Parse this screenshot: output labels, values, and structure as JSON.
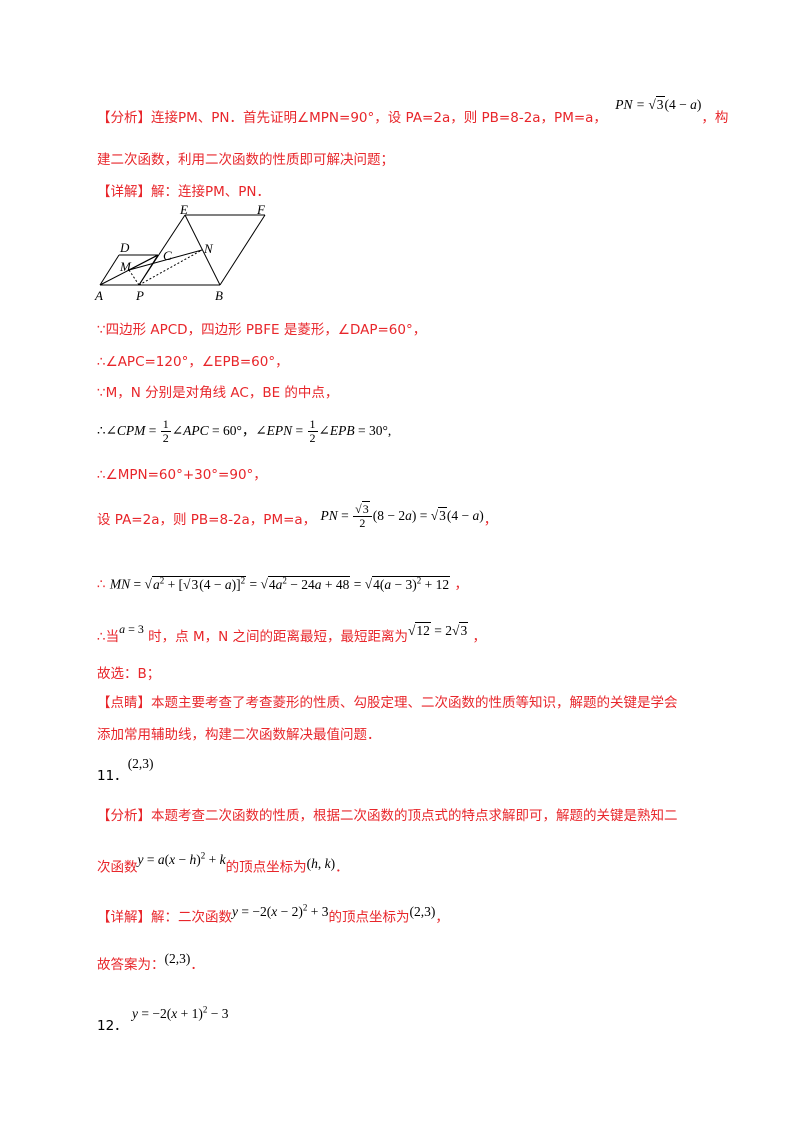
{
  "l1": {
    "tag": "【分析】",
    "text": "连接PM、PN．首先证明∠MPN=90°，设 PA=2a，则 PB=8-2a，PM=a，",
    "end": "，构"
  },
  "l2": {
    "text": "建二次函数，利用二次函数的性质即可解决问题；"
  },
  "l3": {
    "tag": "【详解】",
    "text": "解：连接PM、PN．"
  },
  "figure": {
    "labels": {
      "D": "D",
      "C": "C",
      "M": "M",
      "N": "N",
      "E": "E",
      "F": "F",
      "A": "A",
      "P": "P",
      "B": "B"
    }
  },
  "l4": {
    "text": "∵四边形 APCD，四边形 PBFE 是菱形，∠DAP=60°，"
  },
  "l5": {
    "text": "∴∠APC=120°，∠EPB=60°，"
  },
  "l6": {
    "text": "∵M，N 分别是对角线 AC，BE 的中点，"
  },
  "l7": {
    "text": "∴∠MPN=60°+30°=90°，"
  },
  "l8": {
    "text": "设 PA=2a，则 PB=8-2a，PM=a，",
    "end": "，"
  },
  "l9": {
    "sym": "∴",
    "end": "，"
  },
  "l10": {
    "sym": "∴当",
    "mid": " 时，点 M，N 之间的距离最短，最短距离为",
    "end": "，"
  },
  "l11": {
    "text": "故选：B；"
  },
  "l12": {
    "tag": "【点睛】",
    "text": "本题主要考查了考查菱形的性质、勾股定理、二次函数的性质等知识，解题的关键是学会"
  },
  "l13": {
    "text": "添加常用辅助线，构建二次函数解决最值问题．"
  },
  "q11": {
    "num": "11．",
    "answer": "(2,3)"
  },
  "l14": {
    "tag": "【分析】",
    "text": "本题考查二次函数的性质，根据二次函数的顶点式的特点求解即可，解题的关键是熟知二"
  },
  "l15": {
    "pre": "次函数",
    "mid": "的顶点坐标为",
    "end": "．"
  },
  "l16": {
    "tag": "【详解】",
    "pre": "解：二次函数",
    "mid": "的顶点坐标为",
    "end": "，"
  },
  "l17": {
    "pre": "故答案为：",
    "end": "．"
  },
  "q12": {
    "num": "12．"
  }
}
